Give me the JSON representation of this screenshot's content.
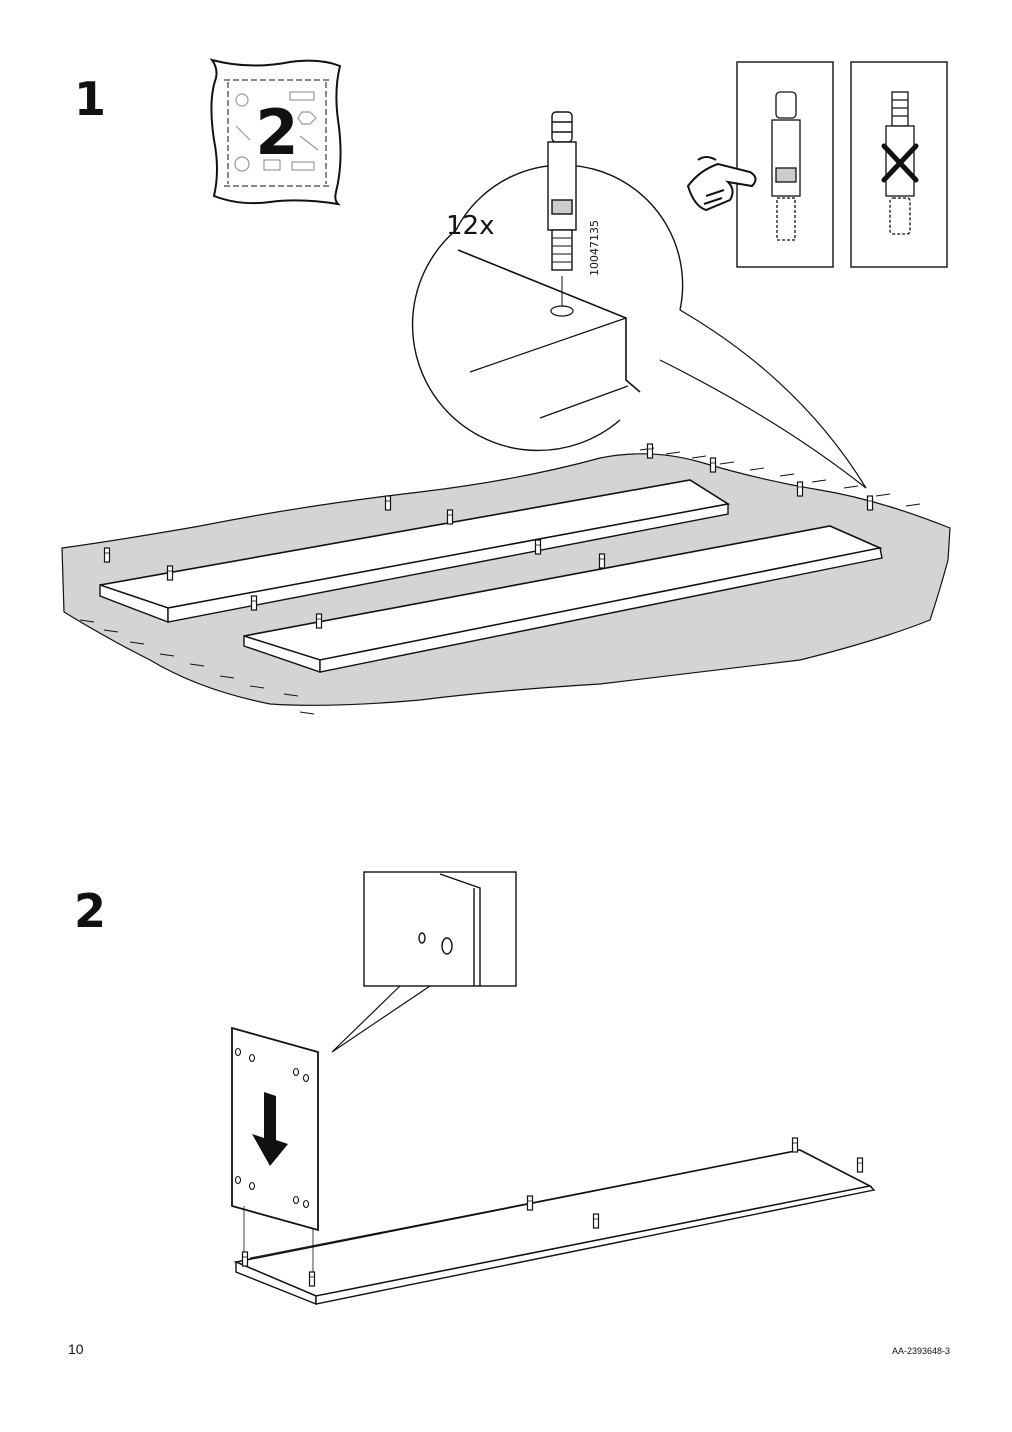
{
  "steps": {
    "step1": {
      "number": "1",
      "bag_number": "2",
      "quantity": "12x",
      "part_number": "10047135"
    },
    "step2": {
      "number": "2"
    }
  },
  "footer": {
    "page_number": "10",
    "document_code": "AA-2393648-3"
  },
  "colors": {
    "floor": "#d4d4d4",
    "line": "#111111",
    "panel": "#ffffff"
  },
  "icons": {
    "bag": "hardware-bag-icon",
    "hand": "pointing-hand-icon",
    "correct": "correct-dowel-icon",
    "wrong": "wrong-dowel-icon",
    "arrow": "down-arrow-icon"
  }
}
